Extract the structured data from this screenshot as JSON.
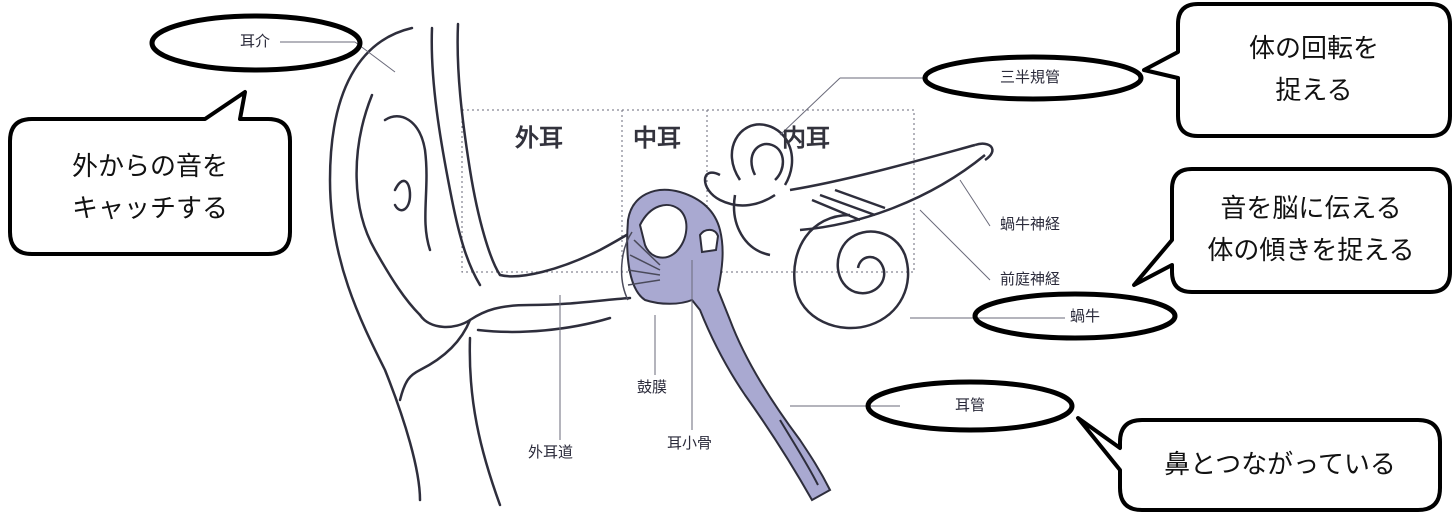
{
  "regions": {
    "outer_ear": "外耳",
    "middle_ear": "中耳",
    "inner_ear": "内耳"
  },
  "labels": {
    "auricle": "耳介",
    "semicircular_canals": "三半規管",
    "cochlear_nerve": "蝸牛神経",
    "vestibular_nerve": "前庭神経",
    "cochlea": "蝸牛",
    "eustachian_tube": "耳管",
    "eardrum": "鼓膜",
    "ear_canal": "外耳道",
    "ossicles": "耳小骨"
  },
  "callouts": {
    "auricle": [
      "外からの音を",
      "キャッチする"
    ],
    "semicircular_canals": [
      "体の回転を",
      "捉える"
    ],
    "nerves": [
      "音を脳に伝える",
      "体の傾きを捉える"
    ],
    "eustachian_tube": [
      "鼻とつながっている"
    ]
  },
  "colors": {
    "tissue_fill": "#a9a9d1",
    "line": "#3a3a4a",
    "bubble_border": "#000000"
  }
}
